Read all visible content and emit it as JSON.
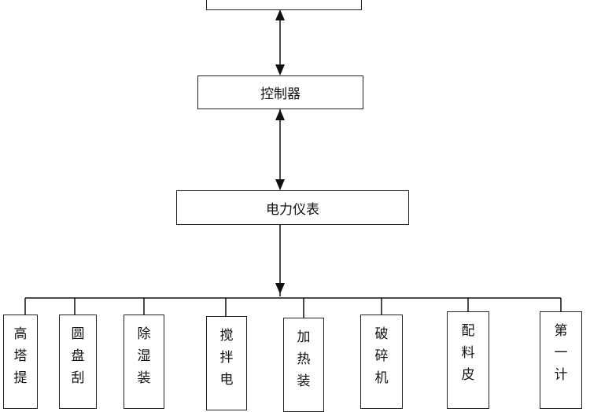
{
  "diagram": {
    "top_box": {
      "label": ""
    },
    "controller": {
      "label": "控制器"
    },
    "meter": {
      "label": "电力仪表"
    },
    "devices": [
      {
        "chars": [
          "高",
          "塔",
          "提"
        ]
      },
      {
        "chars": [
          "圆",
          "盘",
          "刮"
        ]
      },
      {
        "chars": [
          "除",
          "湿",
          "装"
        ]
      },
      {
        "chars": [
          "搅",
          "拌",
          "电"
        ]
      },
      {
        "chars": [
          "加",
          "热",
          "装"
        ]
      },
      {
        "chars": [
          "破",
          "碎",
          "机"
        ]
      },
      {
        "chars": [
          "配",
          "料",
          "皮"
        ]
      },
      {
        "chars": [
          "第",
          "一",
          "计"
        ]
      }
    ]
  }
}
